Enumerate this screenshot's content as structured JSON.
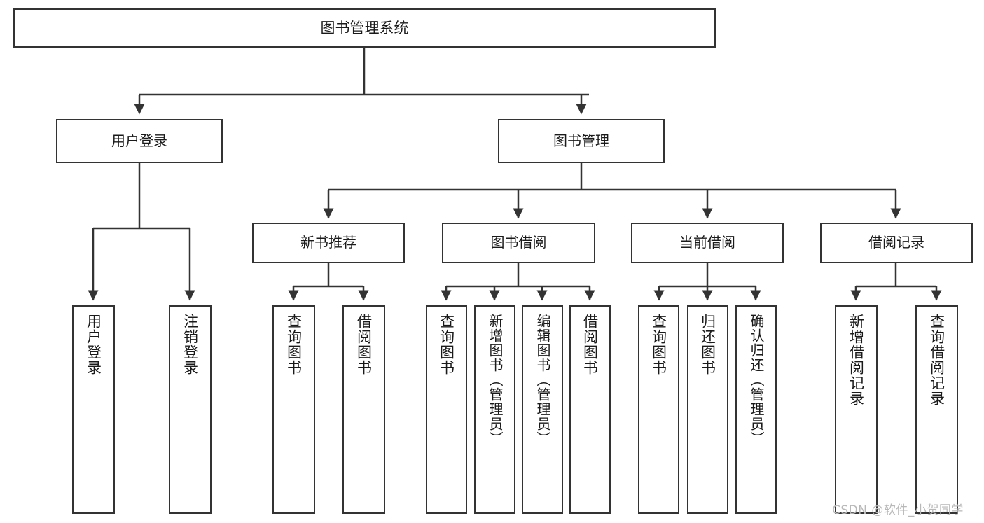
{
  "diagram": {
    "title": "图书管理系统",
    "type": "tree-hierarchy",
    "root": {
      "label": "图书管理系统"
    },
    "level2": [
      {
        "label": "用户登录"
      },
      {
        "label": "图书管理"
      }
    ],
    "level3": [
      {
        "label": "新书推荐"
      },
      {
        "label": "图书借阅"
      },
      {
        "label": "当前借阅"
      },
      {
        "label": "借阅记录"
      }
    ],
    "leaves": {
      "user_login": [
        {
          "label": "用户登录"
        },
        {
          "label": "注销登录"
        }
      ],
      "new_book_recommend": [
        {
          "label": "查询图书"
        },
        {
          "label": "借阅图书"
        }
      ],
      "book_borrow": [
        {
          "label": "查询图书"
        },
        {
          "label": "新增图书（管理员）"
        },
        {
          "label": "编辑图书（管理员）"
        },
        {
          "label": "借阅图书"
        }
      ],
      "current_borrow": [
        {
          "label": "查询图书"
        },
        {
          "label": "归还图书"
        },
        {
          "label": "确认归还（管理员）"
        }
      ],
      "borrow_record": [
        {
          "label": "新增借阅记录"
        },
        {
          "label": "查询借阅记录"
        }
      ]
    }
  },
  "watermark": {
    "text": "CSDN @软件_小贺同学"
  },
  "colors": {
    "background": "#ffffff",
    "node_border": "#333333",
    "node_fill": "#ffffff",
    "edge": "#333333",
    "text": "#1a1a1a",
    "watermark": "#b8b8b8"
  }
}
